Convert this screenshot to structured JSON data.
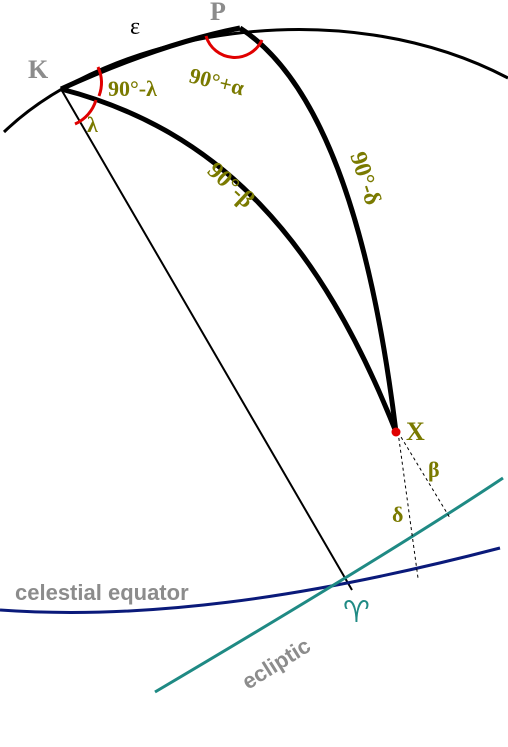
{
  "labels": {
    "K": "K",
    "P": "P",
    "epsilon": "ε",
    "X": "X",
    "angle_K_top": "90°-λ",
    "angle_K_bottom": "λ",
    "angle_P": "90°+α",
    "side_KX": "90°-β",
    "side_PX": "90°-δ",
    "beta": "β",
    "delta": "δ",
    "equator": "celestial equator",
    "ecliptic": "ecliptic",
    "aries": "♈"
  },
  "colors": {
    "outline": "#000000",
    "arc_marker": "#e00000",
    "point_x": "#e00000",
    "equator": "#0a1a7a",
    "ecliptic": "#1f8a84",
    "gray_text": "#8c8c8c",
    "olive_text": "#7a7a00"
  }
}
